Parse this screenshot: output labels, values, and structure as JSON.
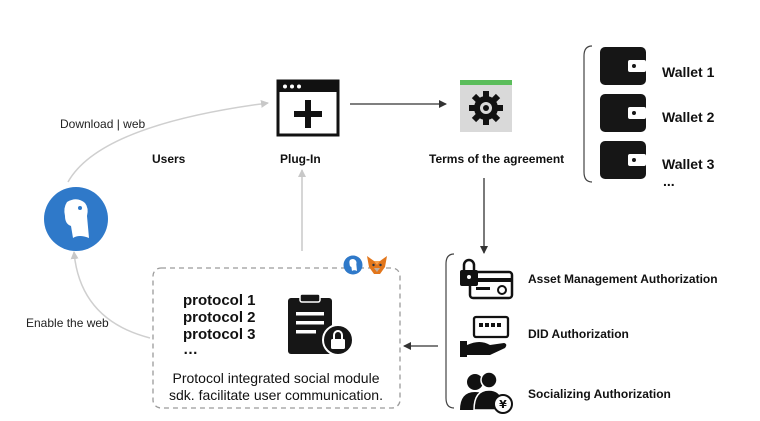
{
  "users": {
    "label": "Users",
    "icon": "penguin-app-icon",
    "color": "#2f79c9"
  },
  "plugin": {
    "label": "Plug-In",
    "icon": "plugin-window-icon"
  },
  "terms": {
    "label": "Terms of the agreement",
    "icon": "gear-document-icon",
    "header_color": "#5bbd5b"
  },
  "edges": {
    "download": "Download | web",
    "enable": "Enable the web"
  },
  "wallets": [
    {
      "label": "Wallet 1",
      "icon": "wallet-icon"
    },
    {
      "label": "Wallet 2",
      "icon": "wallet-icon"
    },
    {
      "label": "Wallet 3",
      "icon": "wallet-icon"
    }
  ],
  "wallets_more": "...",
  "authorizations": [
    {
      "label": "Asset Management Authorization",
      "icon": "locked-card-icon"
    },
    {
      "label": "DID Authorization",
      "icon": "hand-card-icon"
    },
    {
      "label": "Socializing Authorization",
      "icon": "users-yen-icon"
    }
  ],
  "module": {
    "protocols": [
      "protocol 1",
      "protocol 2",
      "protocol 3"
    ],
    "protocols_more": "…",
    "description": "Protocol integrated social module sdk. facilitate user communication.",
    "icons": [
      "clipboard-lock-icon",
      "penguin-badge-icon",
      "fox-badge-icon"
    ],
    "fox_color": "#e2761b"
  }
}
